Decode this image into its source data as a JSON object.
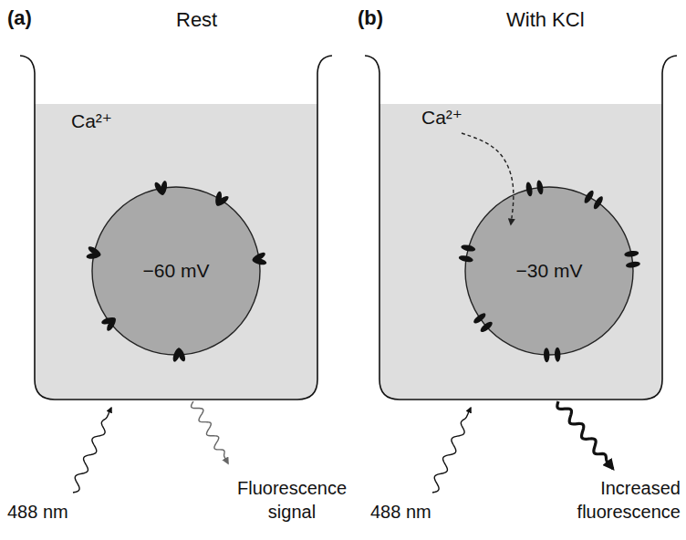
{
  "diagram": {
    "nodes": [
      {
        "text": [
          "Ca²⁺"
        ]
      },
      {
        "text": [
          "−60 mV"
        ],
        "in": 0
      },
      {
        "text": [
          "Ca²⁺"
        ]
      },
      {
        "text": [
          "−30 mV"
        ],
        "in": 2
      }
    ],
    "labels": [
      "(a)",
      "Rest",
      "(b)",
      "With KCl",
      "488 nm",
      "Fluorescence signal",
      "488 nm",
      "Increased fluorescence"
    ]
  }
}
